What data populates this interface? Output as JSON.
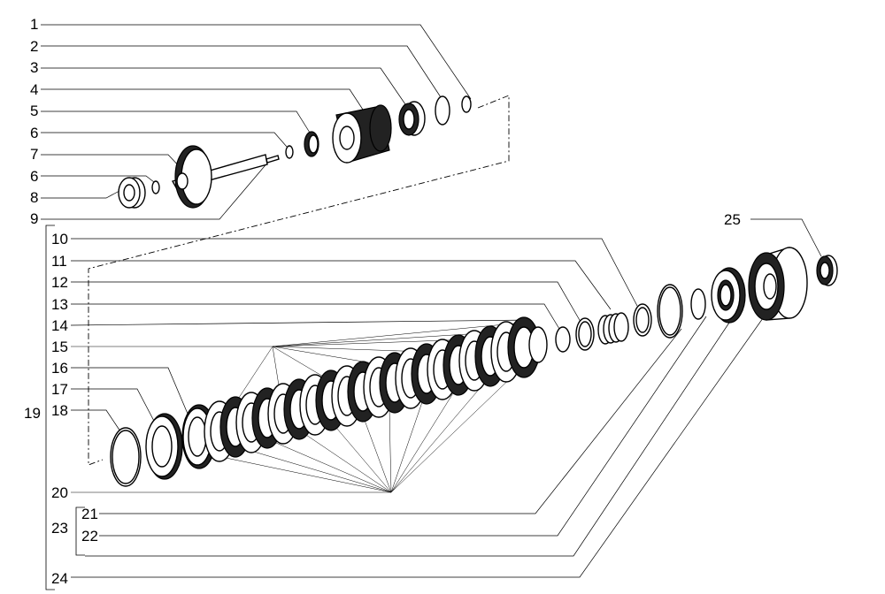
{
  "callouts": {
    "c1": "1",
    "c2": "2",
    "c3": "3",
    "c4": "4",
    "c5": "5",
    "c6a": "6",
    "c7": "7",
    "c6b": "6",
    "c8": "8",
    "c9": "9",
    "c10": "10",
    "c11": "11",
    "c12": "12",
    "c13": "13",
    "c14": "14",
    "c15": "15",
    "c16": "16",
    "c17": "17",
    "c18": "18",
    "c19": "19",
    "c20": "20",
    "c21": "21",
    "c22": "22",
    "c23": "23",
    "c24": "24",
    "c25": "25"
  }
}
